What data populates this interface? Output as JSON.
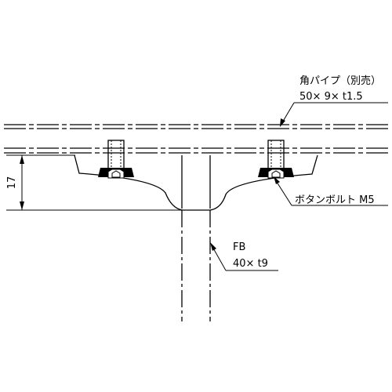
{
  "labels": {
    "pipe_name": "角パイプ（別売）",
    "pipe_size": "50× 9× t1.5",
    "bolt": "ボタンボルト  M5",
    "fb_name": "FB",
    "fb_size": "40× t9",
    "dimension": "17"
  }
}
